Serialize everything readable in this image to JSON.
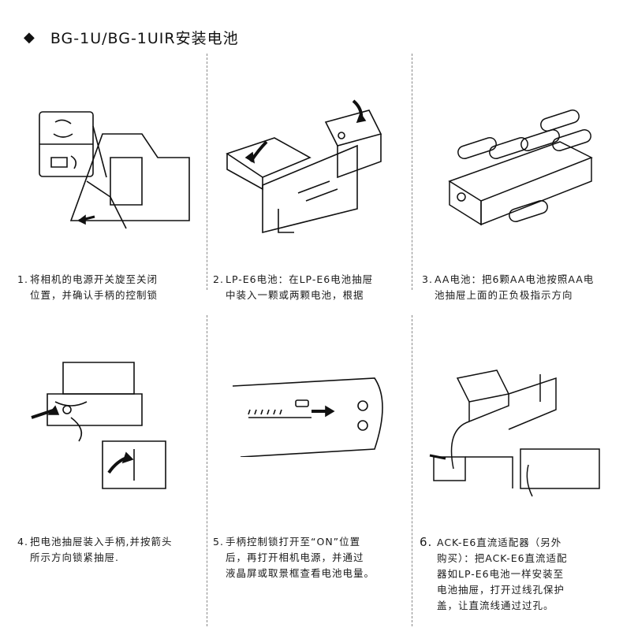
{
  "header": {
    "bullet_icon": "diamond-bullet-icon",
    "title": "BG-1U/BG-1UIR安装电池"
  },
  "steps": [
    {
      "num": "1.",
      "lines": [
        "将相机的电源开关旋至关闭",
        "位置，并确认手柄的控制锁"
      ]
    },
    {
      "num": "2.",
      "lines": [
        "LP-E6电池：在LP-E6电池抽屉",
        "中装入一颗或两颗电池，根据"
      ]
    },
    {
      "num": "3.",
      "lines": [
        "AA电池：把6颗AA电池按照AA电",
        "池抽屉上面的正负极指示方向"
      ]
    },
    {
      "num": "4.",
      "lines": [
        "把电池抽屉装入手柄,并按箭头",
        "所示方向锁紧抽屉."
      ]
    },
    {
      "num": "5.",
      "lines": [
        "手柄控制锁打开至“ON”位置",
        "后，再打开相机电源，并通过",
        "液晶屏或取景框查看电池电量。"
      ]
    },
    {
      "num": "6.",
      "lines": [
        "ACK-E6直流适配器（另外",
        "购买）：把ACK-E6直流适配",
        "器如LP-E6电池一样安装至",
        "电池抽屉，打开过线孔保护",
        "盖，让直流线通过过孔。"
      ]
    }
  ],
  "illustrations": [
    "grip-lock-switch-illustration",
    "lp-e6-battery-insert-illustration",
    "aa-battery-insert-illustration",
    "battery-drawer-lock-illustration",
    "grip-power-switch-illustration",
    "dc-coupler-cable-illustration"
  ],
  "colors": {
    "text": "#1a1a1a",
    "line": "#111111",
    "divider": "#888888"
  }
}
